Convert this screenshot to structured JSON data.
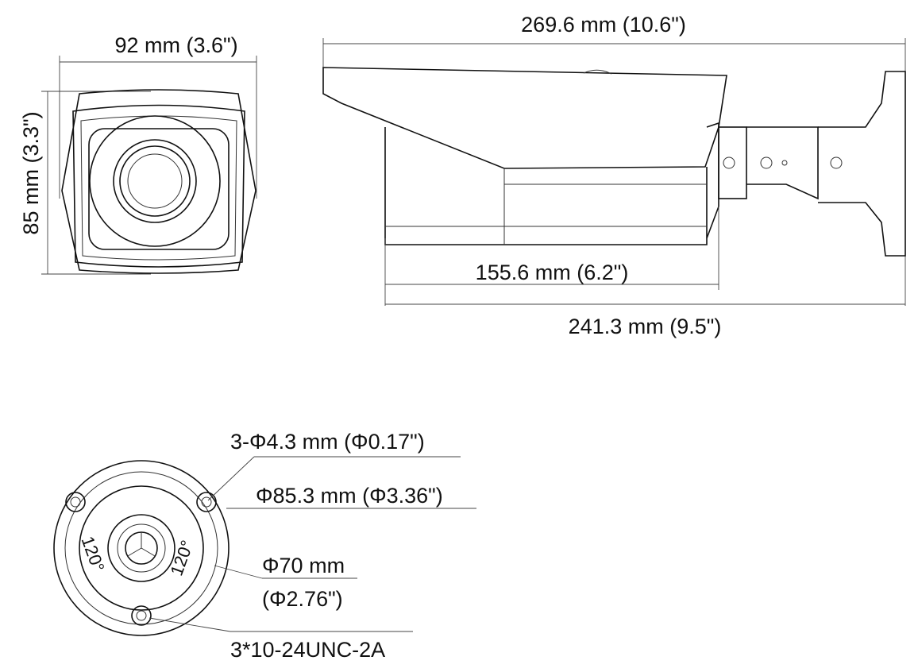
{
  "front_view": {
    "width_label": "92 mm (3.6\")",
    "height_label": "85 mm (3.3\")"
  },
  "side_view": {
    "total_length_label": "269.6 mm (10.6\")",
    "body_length_label": "155.6 mm (6.2\")",
    "housing_length_label": "241.3 mm (9.5\")"
  },
  "mount_view": {
    "holes_label": "3-Φ4.3 mm (Φ0.17\")",
    "outer_diameter_label": "Φ85.3 mm (Φ3.36\")",
    "inner_diameter_label_1": "Φ70 mm",
    "inner_diameter_label_2": "(Φ2.76\")",
    "thread_label": "3*10-24UNC-2A",
    "angle_left": "120°",
    "angle_right": "120°"
  }
}
